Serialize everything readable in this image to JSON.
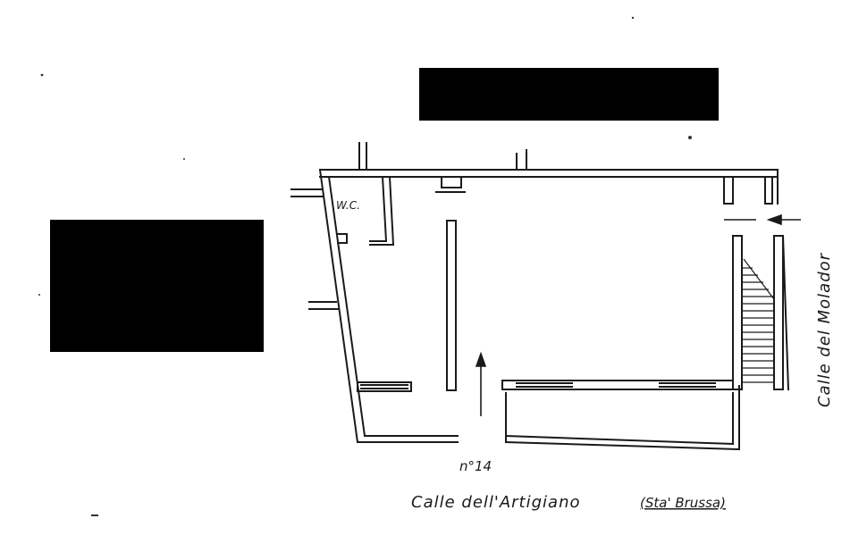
{
  "plan": {
    "rooms": {
      "wc": "W.C."
    },
    "labels": {
      "house_number": "n°14",
      "main_street": "Calle dell'Artigiano",
      "main_street_note": "(Sta' Brussa)",
      "side_street": "Calle del Molador"
    }
  }
}
